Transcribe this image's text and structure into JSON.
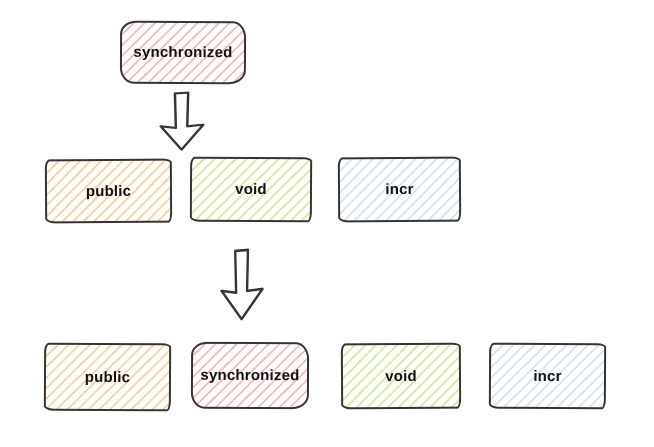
{
  "colors": {
    "background": "#ffffff",
    "stroke": "#343434",
    "text": "#111111",
    "hatch-red": "#f3bcbc",
    "hatch-orange": "#f8d2a0",
    "hatch-green": "#d4eba4",
    "hatch-blue": "#d3e4f5"
  },
  "boxes": {
    "top_synchronized": {
      "label": "synchronized",
      "fill": "#f3bcbc",
      "shape": "rounded"
    },
    "row2_public": {
      "label": "public",
      "fill": "#f8d2a0",
      "shape": "rectangle"
    },
    "row2_void": {
      "label": "void",
      "fill": "#d4eba4",
      "shape": "rectangle"
    },
    "row2_incr": {
      "label": "incr",
      "fill": "#d3e4f5",
      "shape": "rectangle"
    },
    "row3_public": {
      "label": "public",
      "fill": "#f8d2a0",
      "shape": "rectangle"
    },
    "row3_synchronized": {
      "label": "synchronized",
      "fill": "#f3bcbc",
      "shape": "rounded"
    },
    "row3_void": {
      "label": "void",
      "fill": "#d4eba4",
      "shape": "rectangle"
    },
    "row3_incr": {
      "label": "incr",
      "fill": "#d3e4f5",
      "shape": "rectangle"
    }
  },
  "icons": {
    "arrow_top": "down-arrow",
    "arrow_bottom": "down-arrow"
  }
}
